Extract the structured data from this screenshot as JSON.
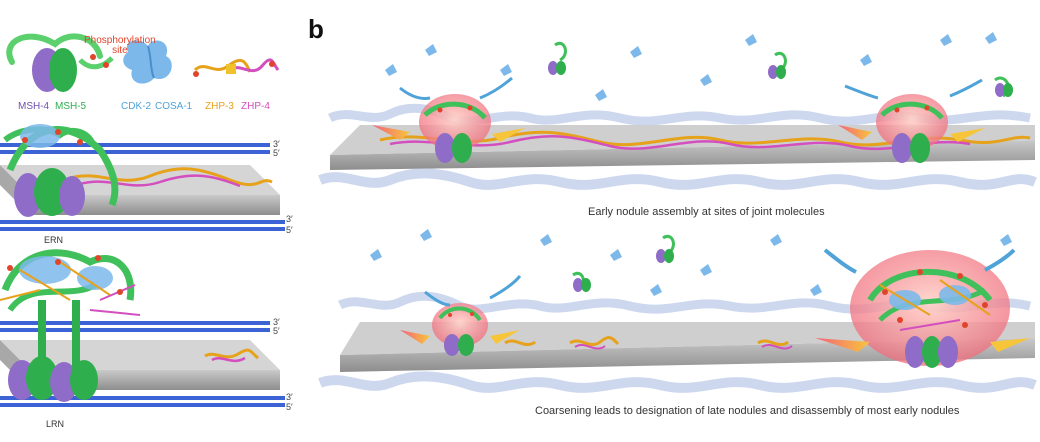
{
  "panel_b": {
    "letter": "b"
  },
  "legend": {
    "phosphorylation": "Phosphorylation\nsite",
    "msh4": "MSH-4",
    "msh5": "MSH-5",
    "cdk2": "CDK-2",
    "cosa1": "COSA-1",
    "zhp3": "ZHP-3",
    "zhp4": "ZHP-4"
  },
  "labels": {
    "ern": "ERN",
    "lrn": "LRN",
    "three_prime": "3′",
    "five_prime": "5′"
  },
  "captions": {
    "top": "Early nodule assembly at sites of joint molecules",
    "bottom": "Coarsening leads to designation of late nodules and disassembly of most early nodules"
  },
  "colors": {
    "msh4": "#8f6cc7",
    "msh5": "#2fae4e",
    "cdk2": "#4fa3d9",
    "zhp3": "#e7a21c",
    "zhp4": "#d34fbf",
    "phospho": "#e0442b",
    "dna": "#3b63d6",
    "axis": "#9b9b9b"
  }
}
